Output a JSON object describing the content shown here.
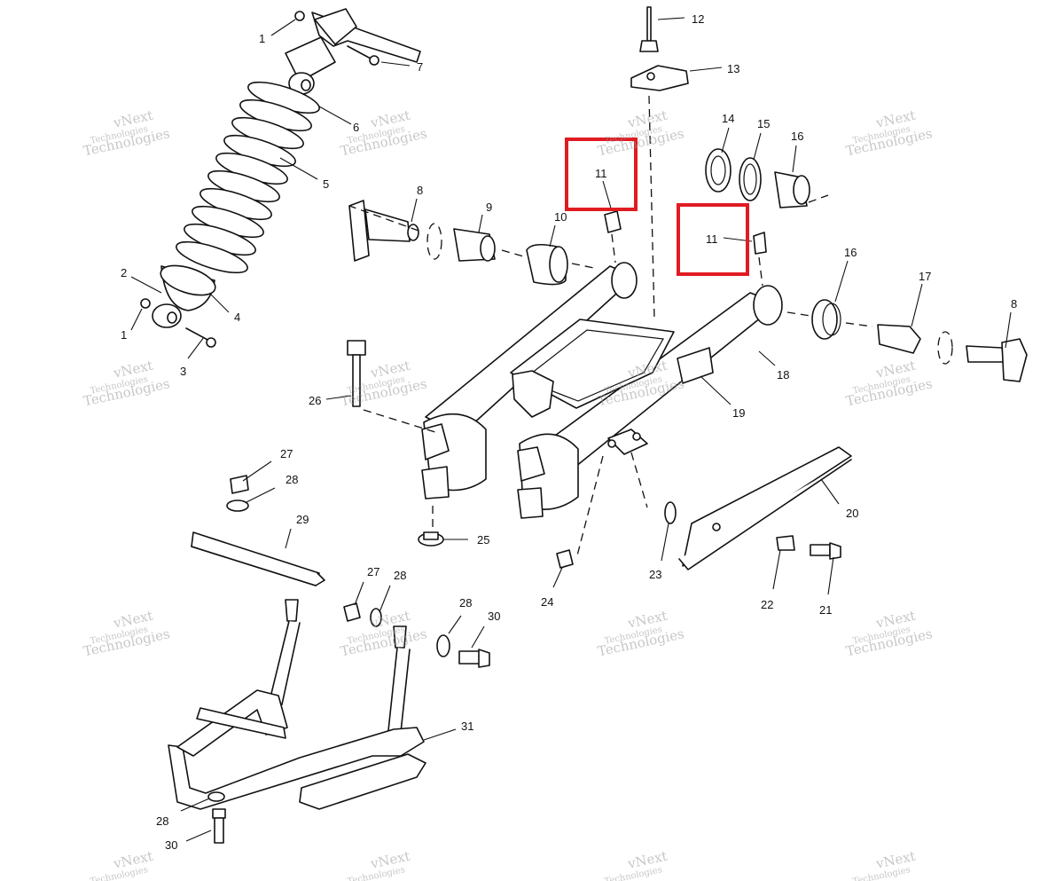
{
  "callouts": [
    "1",
    "7",
    "6",
    "5",
    "2",
    "1",
    "4",
    "3",
    "8",
    "9",
    "10",
    "11",
    "11",
    "12",
    "13",
    "14",
    "15",
    "16",
    "16",
    "17",
    "8",
    "18",
    "19",
    "26",
    "27",
    "28",
    "29",
    "25",
    "20",
    "23",
    "24",
    "22",
    "21",
    "27",
    "28",
    "28",
    "30",
    "31",
    "28",
    "30"
  ],
  "watermark": {
    "line1": "vNext",
    "line2": "Technologies",
    "line3": "Technologies"
  },
  "colors": {
    "line": "#111111",
    "highlight": "#e01b22",
    "watermark": "#9a9a9a",
    "background": "#ffffff"
  }
}
